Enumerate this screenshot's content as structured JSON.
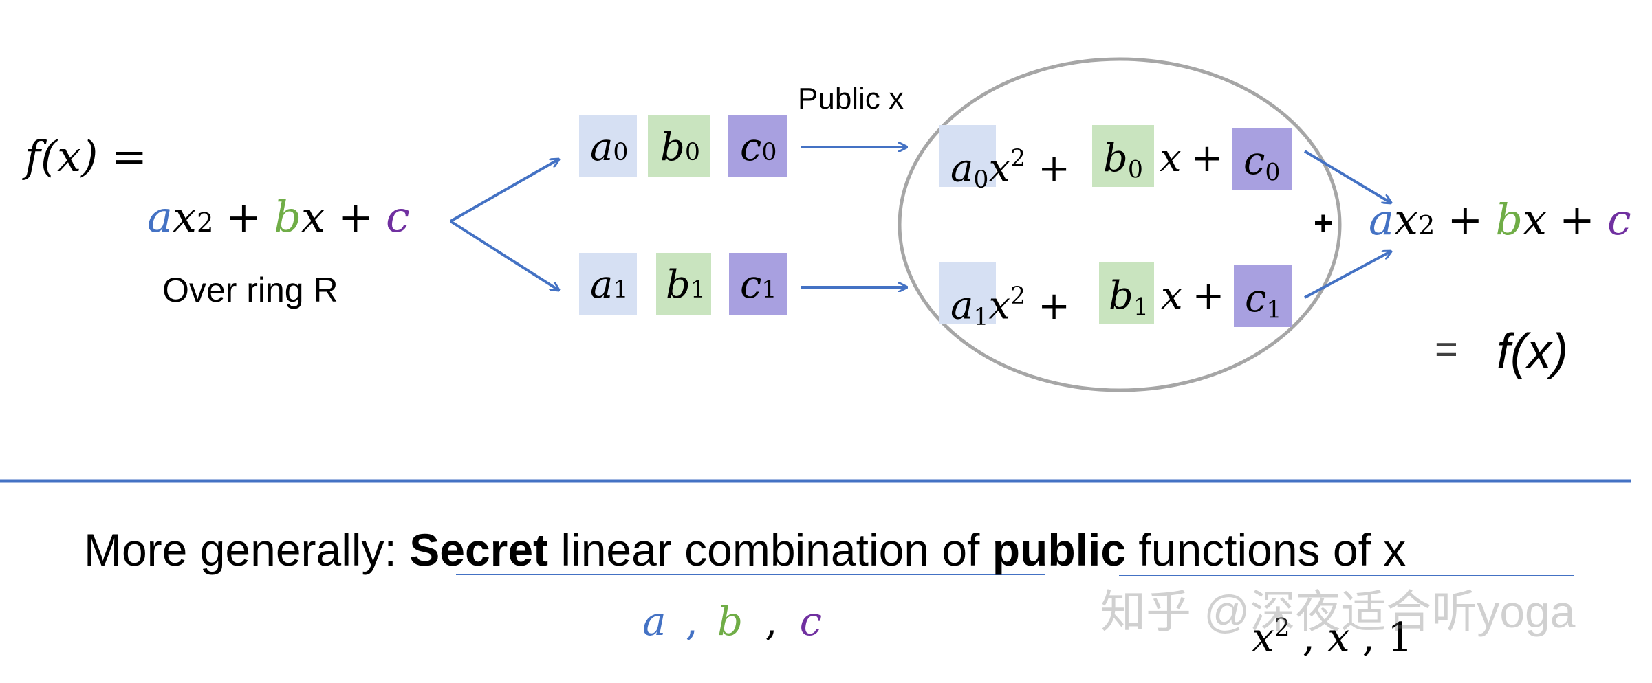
{
  "colors": {
    "a": "#4472c4",
    "b": "#70ad47",
    "c": "#7030a0",
    "box_a": "#d6e0f3",
    "box_b": "#c9e4bf",
    "box_c": "#a8a0e0",
    "arrow": "#4472c4",
    "ellipse": "#a6a6a6",
    "rule": "#4472c4",
    "text": "#000000"
  },
  "left": {
    "fx_label": "f(x) =",
    "poly": {
      "a": "a",
      "x2": "x",
      "exp": "2",
      "plus1": "+",
      "b": "b",
      "x": "x",
      "plus2": "+",
      "c": "c"
    },
    "ring_label": "Over ring R"
  },
  "shares": {
    "row0": {
      "a": "a",
      "a_sub": "0",
      "b": "b",
      "b_sub": "0",
      "c": "c",
      "c_sub": "0"
    },
    "row1": {
      "a": "a",
      "a_sub": "1",
      "b": "b",
      "b_sub": "1",
      "c": "c",
      "c_sub": "1"
    }
  },
  "public_x_label": "Public x",
  "ellipse_rows": {
    "row0": {
      "a": "a",
      "a_sub": "0",
      "x2": "x",
      "exp": "2",
      "plus1": "+",
      "b": "b",
      "b_sub": "0",
      "x": "x",
      "plus2": "+",
      "c": "c",
      "c_sub": "0"
    },
    "row1": {
      "a": "a",
      "a_sub": "1",
      "x2": "x",
      "exp": "2",
      "plus1": "+",
      "b": "b",
      "b_sub": "1",
      "x": "x",
      "plus2": "+",
      "c": "c",
      "c_sub": "1"
    }
  },
  "right": {
    "plus": "+",
    "poly": {
      "a": "a",
      "x2": "x",
      "exp": "2",
      "plus1": "+",
      "b": "b",
      "x": "x",
      "plus2": "+",
      "c": "c"
    },
    "equals": "=",
    "fx": "f(x)"
  },
  "bottom": {
    "prefix": "More generally: ",
    "secret": "Secret",
    "linear": " linear combination",
    "of": " of ",
    "public": "public",
    "functions": " functions of x",
    "coeffs": {
      "a": "a",
      "sep1": ",",
      "b": "b",
      "sep2": ",",
      "c": "c"
    },
    "funcs": {
      "x2": "x",
      "exp": "2",
      "sep1": ",",
      "x": "x",
      "sep2": ",",
      "one": "1"
    }
  },
  "watermark": "知乎 @深夜适合听yoga"
}
